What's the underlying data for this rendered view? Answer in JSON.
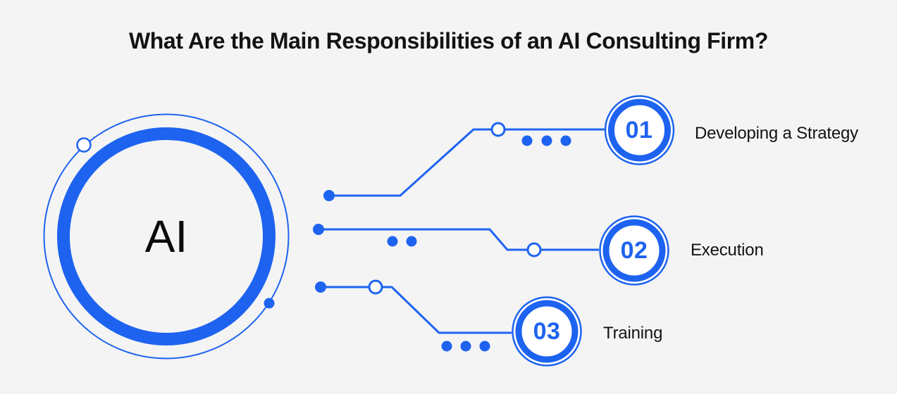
{
  "theme": {
    "background": "#f4f4f5",
    "accent_blue": "#1e63f0",
    "text_dark": "#131313",
    "node_fill": "#ffffff"
  },
  "title": {
    "text": "What Are the Main Responsibilities of an AI Consulting Firm?"
  },
  "center_node": {
    "label": "AI"
  },
  "items": [
    {
      "number": "01",
      "label": "Developing a Strategy"
    },
    {
      "number": "02",
      "label": "Execution"
    },
    {
      "number": "03",
      "label": "Training"
    }
  ]
}
